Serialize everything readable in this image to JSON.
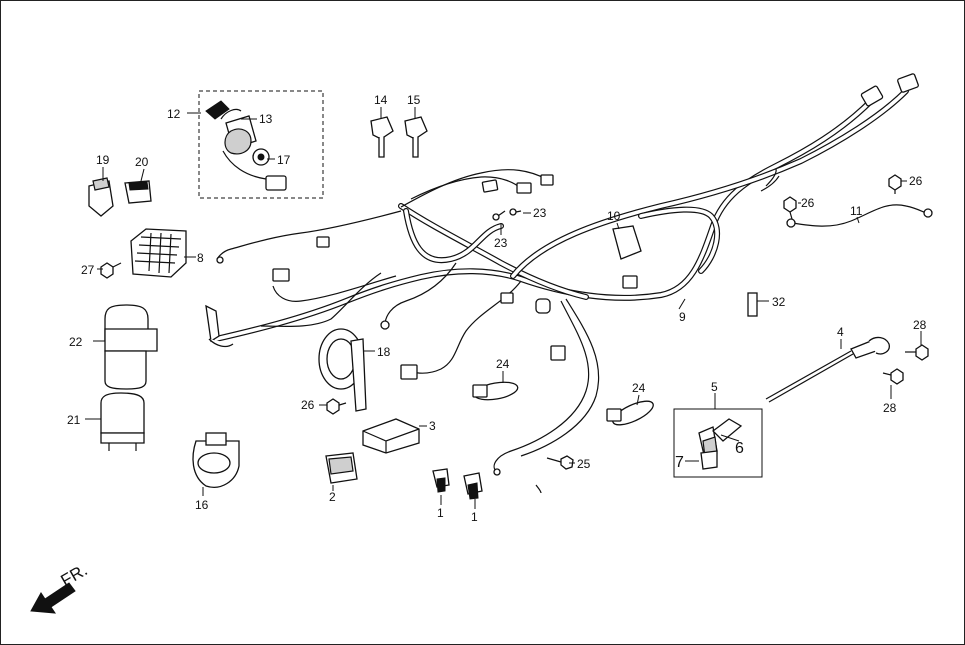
{
  "diagram": {
    "direction_label": "FR.",
    "callouts": {
      "c1a": "1",
      "c1b": "1",
      "c2": "2",
      "c3": "3",
      "c4": "4",
      "c5": "5",
      "c6": "6",
      "c7": "7",
      "c8": "8",
      "c9": "9",
      "c10": "10",
      "c11": "11",
      "c12": "12",
      "c13": "13",
      "c14": "14",
      "c15": "15",
      "c16": "16",
      "c17": "17",
      "c18": "18",
      "c19": "19",
      "c20": "20",
      "c21": "21",
      "c22": "22",
      "c23a": "23",
      "c23b": "23",
      "c24a": "24",
      "c24b": "24",
      "c25": "25",
      "c26a": "26",
      "c26b": "26",
      "c26c": "26",
      "c27": "27",
      "c28a": "28",
      "c28b": "28",
      "c32": "32"
    }
  }
}
